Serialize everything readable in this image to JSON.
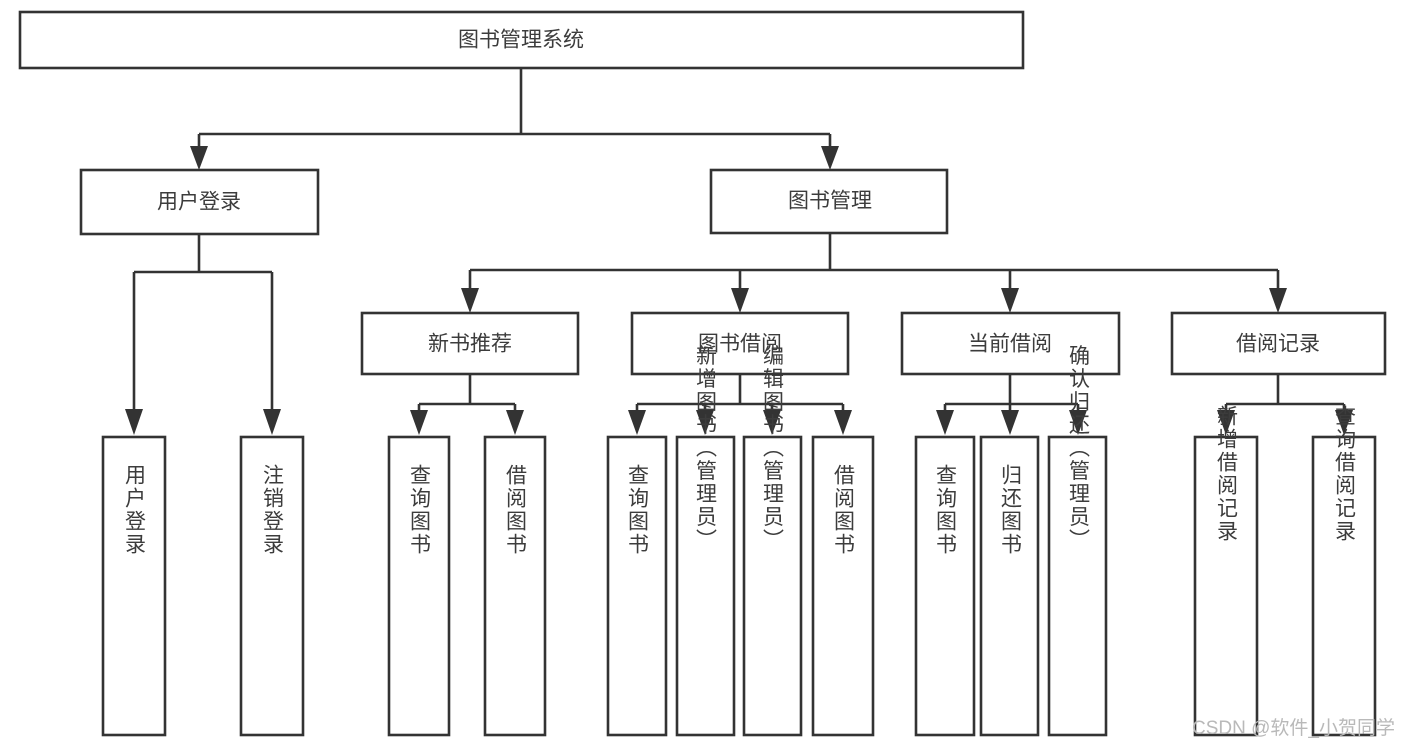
{
  "diagram": {
    "title": "图书管理系统",
    "type": "hierarchy-tree",
    "colors": {
      "box_fill": "#ffffff",
      "box_stroke": "#333333",
      "text": "#3c3c3c",
      "background": "#ffffff",
      "watermark": "#b9b9b9"
    },
    "root": {
      "label": "图书管理系统"
    },
    "level1": [
      {
        "label": "用户登录"
      },
      {
        "label": "图书管理"
      }
    ],
    "level2": [
      {
        "label": "新书推荐"
      },
      {
        "label": "图书借阅"
      },
      {
        "label": "当前借阅"
      },
      {
        "label": "借阅记录"
      }
    ],
    "leaves": {
      "user_login": [
        {
          "label": "用户登录"
        },
        {
          "label": "注销登录"
        }
      ],
      "new_book_recommend": [
        {
          "label": "查询图书"
        },
        {
          "label": "借阅图书"
        }
      ],
      "book_borrow": [
        {
          "label": "查询图书"
        },
        {
          "label": "新增图书（管理员）"
        },
        {
          "label": "编辑图书（管理员）"
        },
        {
          "label": "借阅图书"
        }
      ],
      "current_borrow": [
        {
          "label": "查询图书"
        },
        {
          "label": "归还图书"
        },
        {
          "label": "确认归还（管理员）"
        }
      ],
      "borrow_record": [
        {
          "label": "新增借阅记录"
        },
        {
          "label": "查询借阅记录"
        }
      ]
    },
    "watermark": "CSDN @软件_小贺同学"
  }
}
